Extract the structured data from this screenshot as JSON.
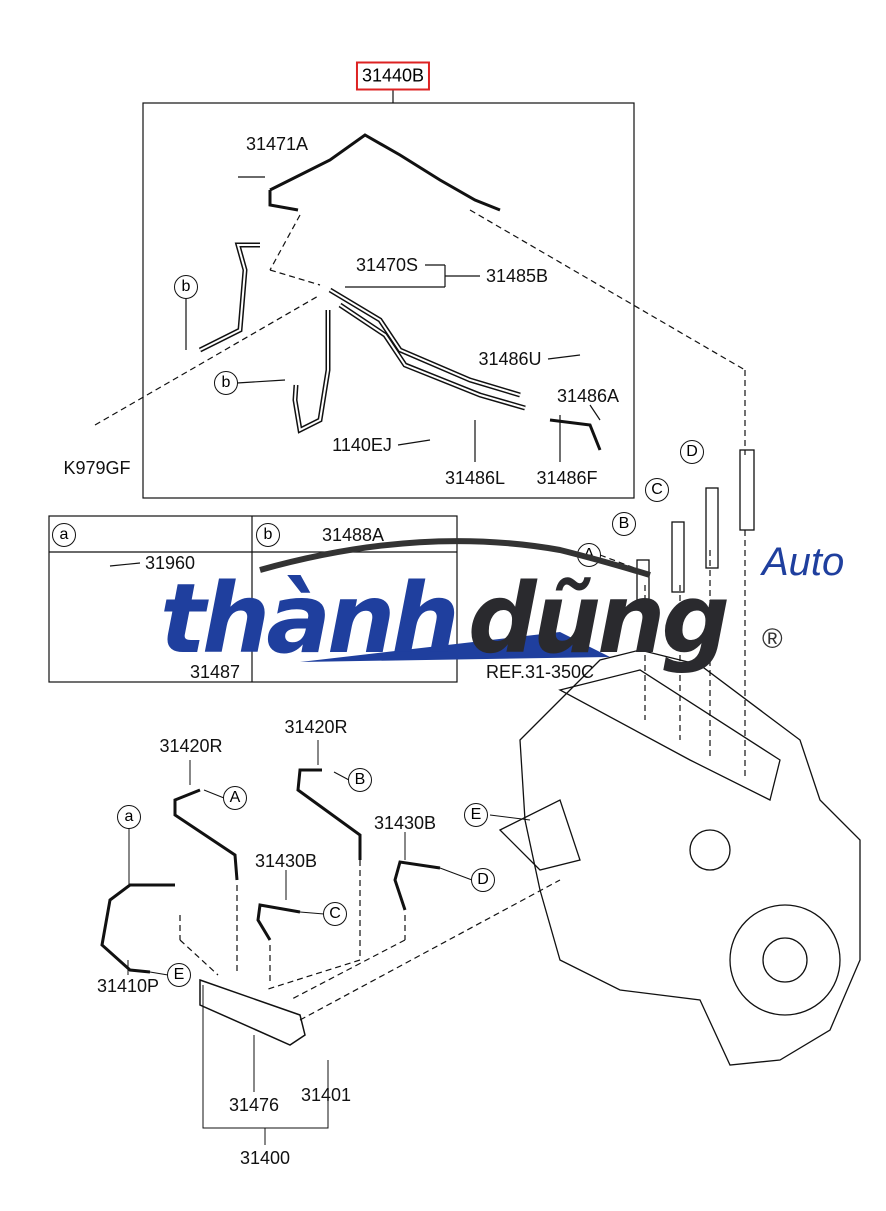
{
  "diagram": {
    "assembly_label": "31440B",
    "assembly_label_color": "#d22222",
    "parts": {
      "p31471A": "31471A",
      "p31470S": "31470S",
      "p31485B": "31485B",
      "p31486U": "31486U",
      "p31486A": "31486A",
      "p1140EJ": "1140EJ",
      "p31486L": "31486L",
      "p31486F": "31486F",
      "pK979GF": "K979GF",
      "p31488A": "31488A",
      "p31960": "31960",
      "p31487": "31487",
      "ref": "REF.31-350C",
      "p31420R_1": "31420R",
      "p31420R_2": "31420R",
      "p31430B_1": "31430B",
      "p31430B_2": "31430B",
      "p31410P": "31410P",
      "p31476": "31476",
      "p31401": "31401",
      "p31400": "31400"
    },
    "callouts": {
      "a": "a",
      "b": "b",
      "A": "A",
      "B": "B",
      "C": "C",
      "D": "D",
      "E": "E"
    }
  },
  "watermark": {
    "brand_part1": "thành",
    "brand_part2": "dũng",
    "suffix": "Auto",
    "registered": "®",
    "colors": {
      "blue": "#1f3f9e",
      "dark": "#2a2a2e"
    }
  }
}
